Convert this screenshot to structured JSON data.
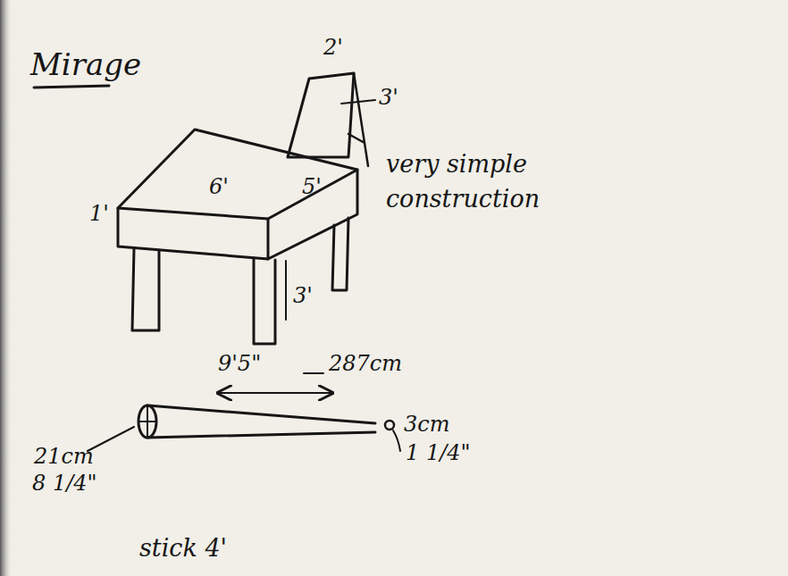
{
  "diagram": {
    "title": "Mirage",
    "labels": [
      "2'",
      "3'",
      "6'",
      "5'",
      "1'",
      "3'",
      "very simple construction",
      "9'5\"",
      "287cm",
      "3cm",
      "1 1/4\"",
      "21cm",
      "8 1/4\"",
      "stick 4'"
    ]
  }
}
